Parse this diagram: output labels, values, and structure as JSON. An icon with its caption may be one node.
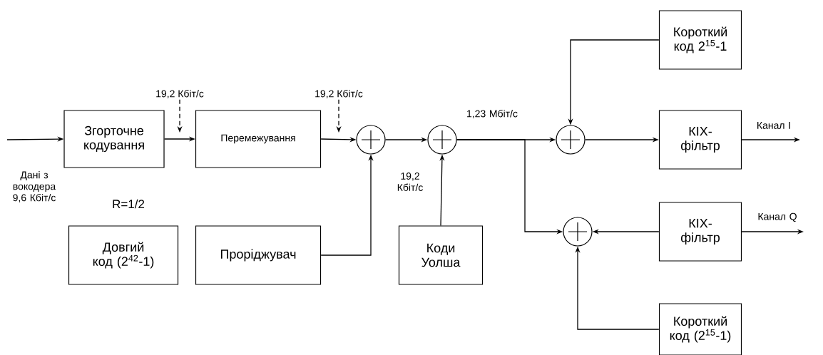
{
  "diagram": {
    "nodes": [
      {
        "text": [
          "Згорточне кодування"
        ]
      },
      {
        "text": [
          "Перемежування"
        ]
      },
      {
        "text": [],
        "shape": "circle"
      },
      {
        "text": [],
        "shape": "circle"
      },
      {
        "text": [],
        "shape": "circle"
      },
      {
        "text": [
          "Короткий код 2$^{15}$-1"
        ]
      },
      {
        "text": [
          "КІХ-фільтр"
        ]
      },
      {
        "text": [],
        "shape": "circle"
      },
      {
        "text": [
          "КІХ-фільтр"
        ]
      },
      {
        "text": [
          "Короткий код (2$^{15}$-1)"
        ]
      },
      {
        "text": [
          "Довгий код (2$^{42}$-1)"
        ]
      },
      {
        "text": [
          "Проріджувач"
        ]
      },
      {
        "text": [
          "Коди Уолша"
        ]
      },
      {
        "text": [
          "19,2 Кбіт/с"
        ]
      },
      {
        "text": [
          "19,2 Кбіт/с"
        ]
      }
    ],
    "edges": [
      {
        "from": null,
        "to": 0,
        "arrow": "to",
        "label": "Дані з вокодера 9,6 Кбіт/с"
      },
      {
        "from": 0,
        "to": 1,
        "arrow": "to"
      },
      {
        "from": 1,
        "to": 2,
        "arrow": "to"
      },
      {
        "from": 2,
        "to": 3,
        "arrow": "to",
        "label": "19,2 Кбіт/с"
      },
      {
        "from": 3,
        "to": 4,
        "arrow": "to",
        "label": "1,23 Мбіт/с"
      },
      {
        "from": 3,
        "to": 7,
        "arrow": "to"
      },
      {
        "from": 4,
        "to": 6,
        "arrow": "to"
      },
      {
        "from": 6,
        "to": null,
        "arrow": "to",
        "label": "Канал I"
      },
      {
        "from": 8,
        "to": 7,
        "arrow": "to"
      },
      {
        "from": 8,
        "to": null,
        "arrow": "to",
        "label": "Канал Q"
      },
      {
        "from": 5,
        "to": 4,
        "arrow": "to"
      },
      {
        "from": 9,
        "to": 7,
        "arrow": "to"
      },
      {
        "from": 11,
        "to": 2,
        "arrow": "to"
      },
      {
        "from": 12,
        "to": 3,
        "arrow": "to"
      },
      {
        "from": 13,
        "to": null,
        "arrow": "to",
        "style": "dashed"
      },
      {
        "from": 14,
        "to": null,
        "arrow": "to",
        "style": "dashed"
      }
    ],
    "labels": [
      "R=1/2"
    ]
  }
}
